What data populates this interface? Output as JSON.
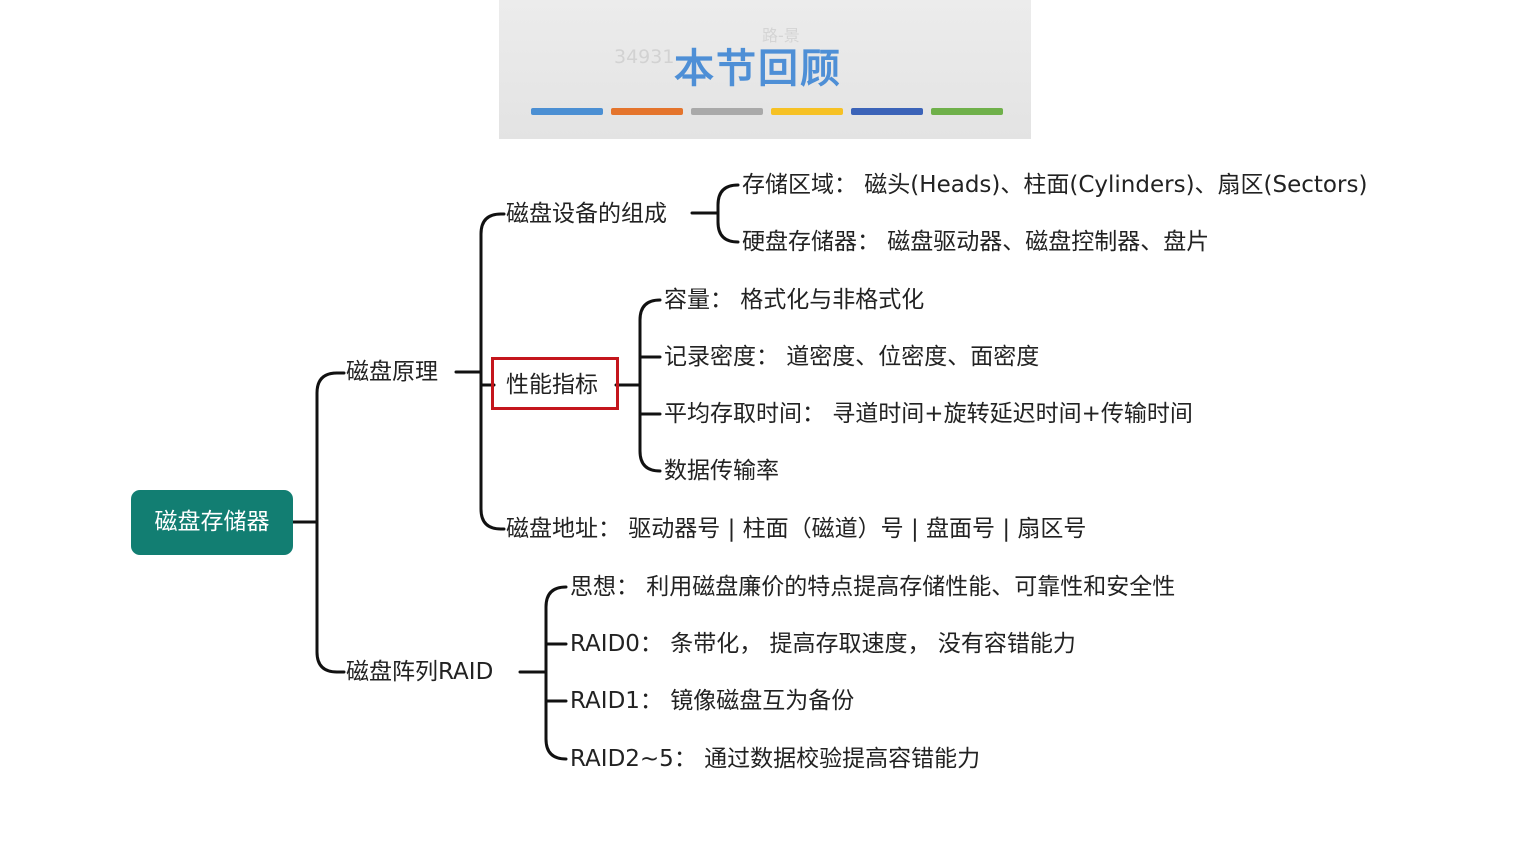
{
  "header": {
    "title": "本节回顾",
    "watermark_top": "路-景",
    "watermark_num": "34931",
    "bar_colors": [
      "#4b8fd3",
      "#e4742c",
      "#a9a9a9",
      "#f6c124",
      "#3b63b8",
      "#6fb04a"
    ]
  },
  "mindmap": {
    "root": "磁盘存储器",
    "principle": {
      "label": "磁盘原理",
      "composition": {
        "label": "磁盘设备的组成",
        "storage_area": "存储区域：  磁头(Heads)、柱面(Cylinders)、扇区(Sectors)",
        "hard_disk": "硬盘存储器：  磁盘驱动器、磁盘控制器、盘片"
      },
      "performance": {
        "label": "性能指标",
        "capacity": "容量：  格式化与非格式化",
        "density": "记录密度：  道密度、位密度、面密度",
        "access_time": "平均存取时间：  寻道时间+旋转延迟时间+传输时间",
        "transfer_rate": "数据传输率"
      },
      "address": "磁盘地址：  驱动器号 | 柱面（磁道）号 | 盘面号 | 扇区号"
    },
    "raid": {
      "label": "磁盘阵列RAID",
      "idea": "思想：  利用磁盘廉价的特点提高存储性能、可靠性和安全性",
      "raid0": "RAID0：  条带化，  提高存取速度，  没有容错能力",
      "raid1": "RAID1：  镜像磁盘互为备份",
      "raid2_5": "RAID2~5：  通过数据校验提高容错能力"
    }
  },
  "colors": {
    "root_bg": "#127e72",
    "highlight": "#c4161c",
    "title": "#4e8fd6"
  }
}
